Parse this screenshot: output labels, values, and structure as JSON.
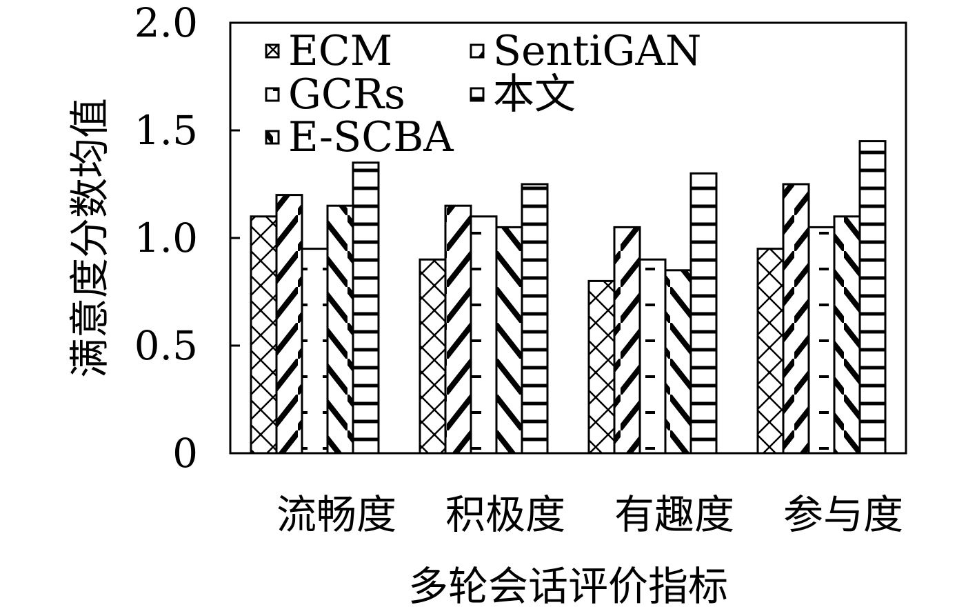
{
  "chart_data": {
    "type": "bar",
    "categories": [
      "流畅度",
      "积极度",
      "有趣度",
      "参与度"
    ],
    "series": [
      {
        "name": "ECM",
        "values": [
          1.1,
          0.9,
          0.8,
          0.95
        ],
        "pattern": "crosshatch"
      },
      {
        "name": "SentiGAN",
        "values": [
          1.2,
          1.15,
          1.05,
          1.25
        ],
        "pattern": "diag-up"
      },
      {
        "name": "GCRs",
        "values": [
          0.95,
          1.1,
          0.9,
          1.05
        ],
        "pattern": "dash-left"
      },
      {
        "name": "E-SCBA",
        "values": [
          1.15,
          1.05,
          0.85,
          1.1
        ],
        "pattern": "diag-down"
      },
      {
        "name": "本文",
        "values": [
          1.35,
          1.25,
          1.3,
          1.45
        ],
        "pattern": "horizontal"
      }
    ],
    "legend_order": [
      "ECM",
      "SentiGAN",
      "GCRs",
      "本文",
      "E-SCBA"
    ],
    "xlabel": "多轮会话评价指标",
    "ylabel": "满意度分数均值",
    "ylim": [
      0,
      2.0
    ],
    "yticks": [
      0,
      0.5,
      1.0,
      1.5,
      2.0
    ],
    "ytick_labels": [
      "0",
      "0.5",
      "1.0",
      "1.5",
      "2.0"
    ],
    "grid": false,
    "legend_position": "top-left",
    "colors": {
      "stroke": "#000000",
      "fill": "#ffffff"
    }
  }
}
